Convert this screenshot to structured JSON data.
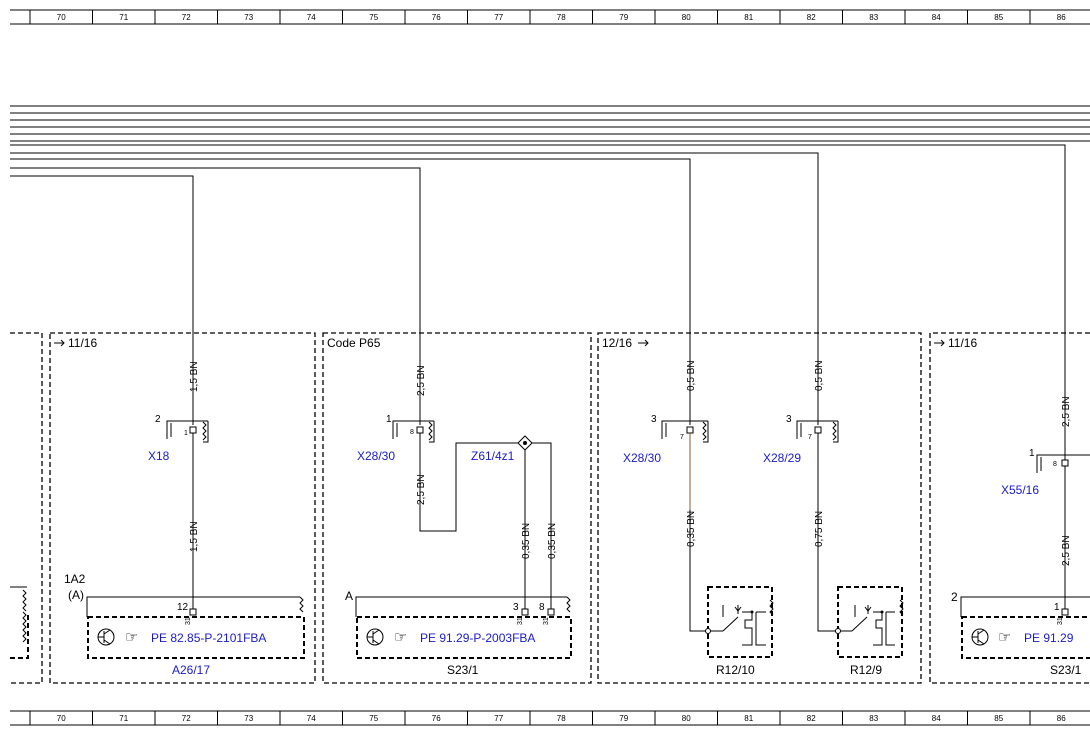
{
  "ruler": {
    "columns": [
      "70",
      "71",
      "72",
      "73",
      "74",
      "75",
      "76",
      "77",
      "78",
      "79",
      "80",
      "81",
      "82",
      "83",
      "84",
      "85",
      "86"
    ]
  },
  "sections": {
    "s1": {
      "ref": "11/16"
    },
    "s2": {
      "ref": "Code P65"
    },
    "s3": {
      "ref": "12/16"
    },
    "s4": {
      "ref": "11/16"
    }
  },
  "wires": {
    "w1": "1,5 BN",
    "w1b": "1,5 BN",
    "w2": "2,5 BN",
    "w2b": "2,5 BN",
    "w3": "0,35 BN",
    "w4": "0,35 BN",
    "w5": "0,5 BN",
    "w5b": "0,35 BN",
    "w6": "0,5 BN",
    "w6b": "0,75 BN",
    "w7": "2,5 BN",
    "w7b": "2,5 BN"
  },
  "connectors": {
    "x18": {
      "name": "X18",
      "pos": "2",
      "pin": "1"
    },
    "x28_30a": {
      "name": "X28/30",
      "pos": "1",
      "pin": "8"
    },
    "z61": {
      "name": "Z61/4z1"
    },
    "x28_30b": {
      "name": "X28/30",
      "pos": "3",
      "pin": "7"
    },
    "x28_29": {
      "name": "X28/29",
      "pos": "3",
      "pin": "7"
    },
    "x55_16": {
      "name": "X55/16",
      "pos": "1",
      "pin": "8"
    }
  },
  "components": {
    "a26": {
      "label_top": "1A2",
      "label_paren": "(A)",
      "pin": "12",
      "pin_sub": "31",
      "ref": "PE 82.85-P-2101FBA",
      "name": "A26/17"
    },
    "s23": {
      "label_top": "A",
      "pin_a": "3",
      "pin_b": "8",
      "pin_sub_a": "31",
      "pin_sub_b": "31",
      "ref": "PE 91.29-P-2003FBA",
      "name": "S23/1"
    },
    "r12_10": {
      "name": "R12/10"
    },
    "r12_9": {
      "name": "R12/9"
    },
    "s23_right": {
      "label_top": "2",
      "pin": "1",
      "pin_sub": "31",
      "ref": "PE 91.29",
      "name": "S23/1"
    }
  },
  "colors": {
    "wire": "#000000",
    "wire_brown": "#8b5a2b",
    "link_blue": "#1a1acc"
  },
  "icons": [
    "transistor-icon",
    "hand-pointer-icon",
    "relay-heater-icon",
    "ground-symbol-icon"
  ]
}
